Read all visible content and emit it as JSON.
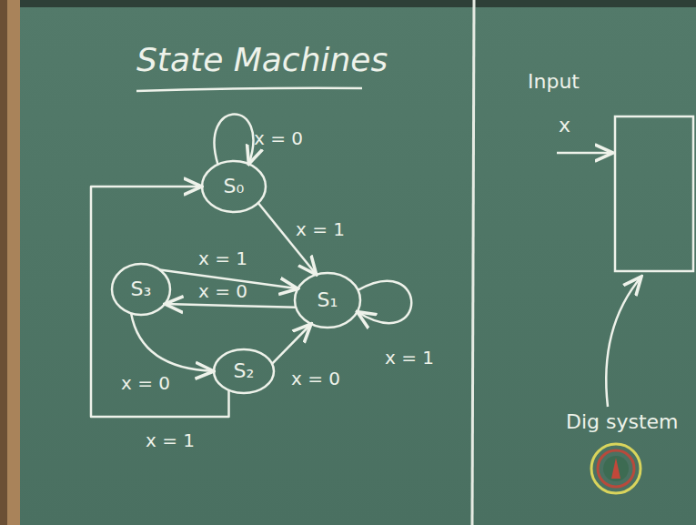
{
  "diagram": {
    "title": "State Machines",
    "nodes": [
      {
        "text": [
          "S₀"
        ]
      },
      {
        "text": [
          "S₃"
        ]
      },
      {
        "text": [
          "S₁"
        ]
      },
      {
        "text": [
          "S₂"
        ]
      }
    ],
    "edges": [
      {
        "from": 0,
        "to": 0,
        "label": "x = 0",
        "arrow": "to"
      },
      {
        "from": 0,
        "to": 2,
        "label": "x = 1",
        "arrow": "to"
      },
      {
        "from": 1,
        "to": 2,
        "label": "x = 1",
        "arrow": "to"
      },
      {
        "from": 2,
        "to": 1,
        "label": "x = 0",
        "arrow": "to"
      },
      {
        "from": 2,
        "to": 2,
        "label": "x = 1",
        "arrow": "to"
      },
      {
        "from": 1,
        "to": 3,
        "label": "x = 0",
        "arrow": "to"
      },
      {
        "from": 3,
        "to": 2,
        "label": "x = 0",
        "arrow": "to"
      },
      {
        "from": 3,
        "to": 0,
        "label": "x = 1",
        "arrow": "to"
      }
    ],
    "labels": [
      "Input",
      "x",
      "Dig system"
    ]
  }
}
